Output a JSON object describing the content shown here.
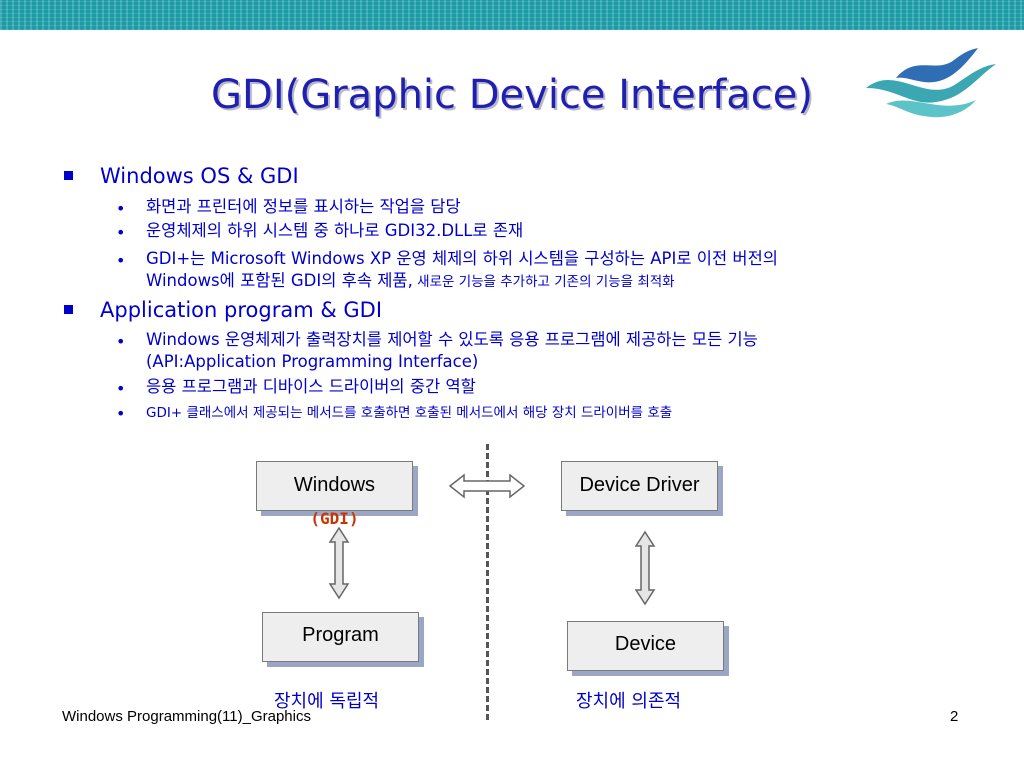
{
  "slide": {
    "title": "GDI(Graphic Device Interface)",
    "footer_left": "Windows Programming(11)_Graphics",
    "page_number": "2"
  },
  "sections": [
    {
      "heading": "Windows OS & GDI",
      "items": [
        {
          "text": "화면과 프린터에 정보를 표시하는 작업을 담당"
        },
        {
          "text": "운영체제의 하위 시스템 중 하나로 GDI32.DLL로 존재"
        },
        {
          "line1": "GDI+는 Microsoft Windows XP 운영 체제의 하위 시스템을 구성하는 API로 이전 버전의",
          "line2_main": "Windows에 포함된 GDI의 후속 제품,",
          "line2_small": " 새로운 기능을 추가하고 기존의 기능을 최적화"
        }
      ]
    },
    {
      "heading": "Application program & GDI",
      "items": [
        {
          "line1": "Windows 운영체제가 출력장치를 제어할 수 있도록 응용 프로그램에 제공하는 모든 기능",
          "line2": "(API:Application Programming Interface)"
        },
        {
          "text": "응용 프로그램과 디바이스 드라이버의 중간 역할"
        },
        {
          "text": "GDI+ 클래스에서 제공되는 메서드를 호출하면 호출된 메서드에서 해당 장치 드라이버를 호출"
        }
      ]
    }
  ],
  "diagram": {
    "windows_box": {
      "label": "Windows",
      "sub": "(GDI)"
    },
    "device_driver_box": {
      "label": "Device Driver"
    },
    "program_box": {
      "label": "Program"
    },
    "device_box": {
      "label": "Device"
    },
    "left_caption": "장치에 독립적",
    "right_caption": "장치에 의존적"
  },
  "colors": {
    "title": "#1f1fb0",
    "bullet_text": "#0000cc",
    "gdi_label": "#cc3300",
    "top_band": "#1a9ba6",
    "box_fill": "#eeeeee",
    "box_shadow": "#9aa6c4"
  }
}
